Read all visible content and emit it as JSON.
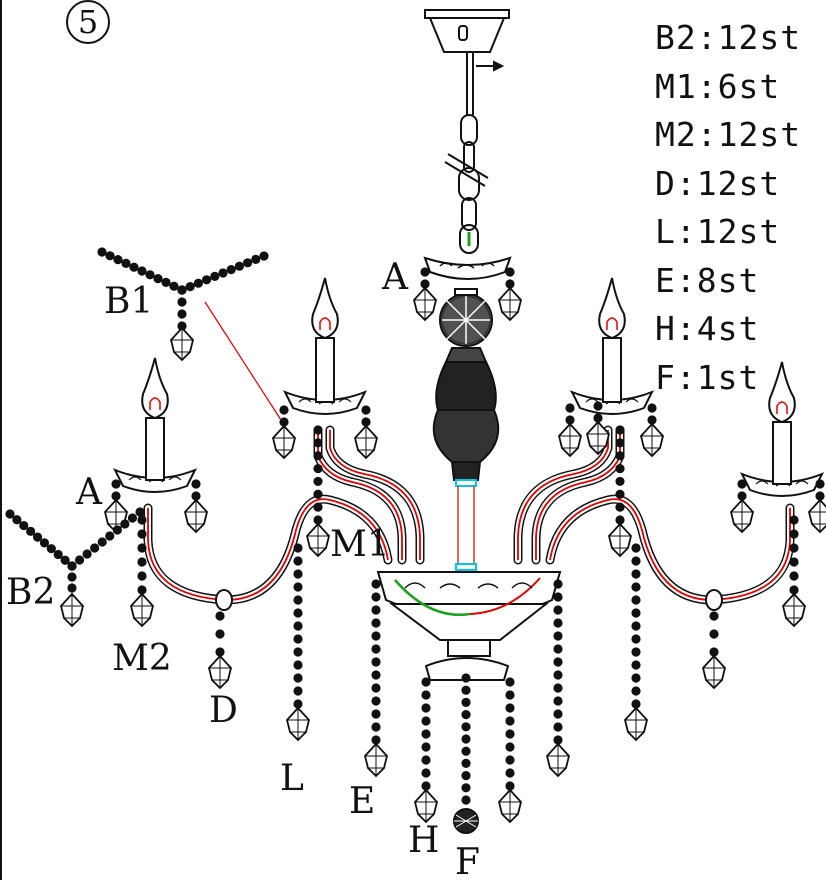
{
  "step": {
    "number": "5"
  },
  "legend": [
    {
      "code": "B2",
      "qty": "12st",
      "text": "B2:12st"
    },
    {
      "code": "M1",
      "qty": "6st",
      "text": "M1:6st"
    },
    {
      "code": "M2",
      "qty": "12st",
      "text": "M2:12st"
    },
    {
      "code": "D",
      "qty": "12st",
      "text": "D:12st"
    },
    {
      "code": "L",
      "qty": "12st",
      "text": "L:12st"
    },
    {
      "code": "E",
      "qty": "8st",
      "text": "E:8st"
    },
    {
      "code": "H",
      "qty": "4st",
      "text": "H:4st"
    },
    {
      "code": "F",
      "qty": "1st",
      "text": "F:1st"
    }
  ],
  "labels": {
    "A_top": "A",
    "A_left": "A",
    "B1": "B1",
    "B2": "B2",
    "M1": "M1",
    "M2": "M2",
    "D": "D",
    "L": "L",
    "E": "E",
    "H": "H",
    "F": "F"
  },
  "colors": {
    "bead": "#111111",
    "bead_link": "#ff00ff",
    "wire_red": "#e00000",
    "wire_green": "#1aa01a",
    "tube_cyan": "#00c8e6",
    "pointer": "#e00000"
  }
}
